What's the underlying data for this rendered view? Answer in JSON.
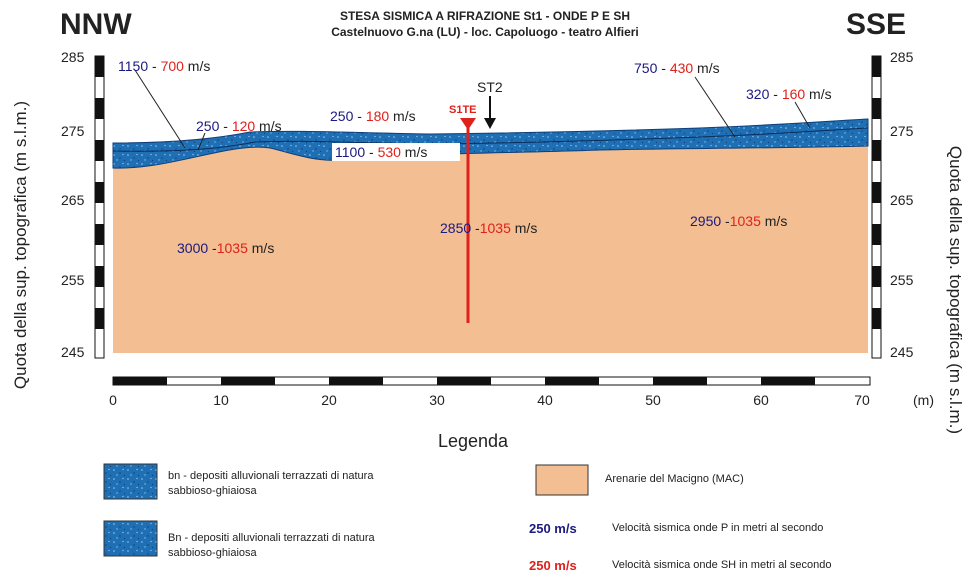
{
  "header": {
    "left": "NNW",
    "right": "SSE",
    "title_line1": "STESA SISMICA A RIFRAZIONE St1 - ONDE P E SH",
    "title_line2": "Castelnuovo G.na (LU) - loc. Capoluogo - teatro Alfieri"
  },
  "axes": {
    "ylabel_left": "Quota della sup. topografica (m s.l.m.)",
    "ylabel_right": "Quota della sup. topografica (m s.l.m.)",
    "y_ticks": [
      "285",
      "275",
      "265",
      "255",
      "245"
    ],
    "x_ticks": [
      "0",
      "10",
      "20",
      "30",
      "40",
      "50",
      "60",
      "70"
    ],
    "x_unit": "(m)"
  },
  "markers": {
    "st2": "ST2",
    "s1te": "S1TE"
  },
  "layer_labels": [
    {
      "p": "1150",
      "sep": " - ",
      "sh": "700",
      "unit": " m/s"
    },
    {
      "p": "250",
      "sep": " - ",
      "sh": "120",
      "unit": " m/s"
    },
    {
      "p": "250",
      "sep": " - ",
      "sh": "180",
      "unit": " m/s"
    },
    {
      "p": "1100",
      "sep": " - ",
      "sh": "530",
      "unit": " m/s"
    },
    {
      "p": "750",
      "sep": " - ",
      "sh": "430",
      "unit": " m/s"
    },
    {
      "p": "320",
      "sep": " - ",
      "sh": "160",
      "unit": " m/s"
    },
    {
      "p": "3000",
      "sep": " -",
      "sh": "1035",
      "unit": " m/s"
    },
    {
      "p": "2850",
      "sep": " -",
      "sh": "1035",
      "unit": " m/s"
    },
    {
      "p": "2950",
      "sep": " -",
      "sh": "1035",
      "unit": " m/s"
    }
  ],
  "legend": {
    "title": "Legenda",
    "bn": "bn - depositi alluvionali terrazzati di natura sabbioso-ghiaiosa",
    "Bn": "Bn - depositi alluvionali terrazzati di natura sabbioso-ghiaiosa",
    "mac": "Arenarie del Macigno (MAC)",
    "p_value": "250 m/s",
    "p_desc": "Velocità sismica onde P in metri al secondo",
    "sh_value": "250 m/s",
    "sh_desc": "Velocità sismica onde SH in metri al secondo"
  },
  "colors": {
    "sand": "#f3be92",
    "blue": "#1f6fb5",
    "blue_text": "#1a1a80",
    "red": "#e0201b",
    "marker_red": "#e0201b"
  }
}
